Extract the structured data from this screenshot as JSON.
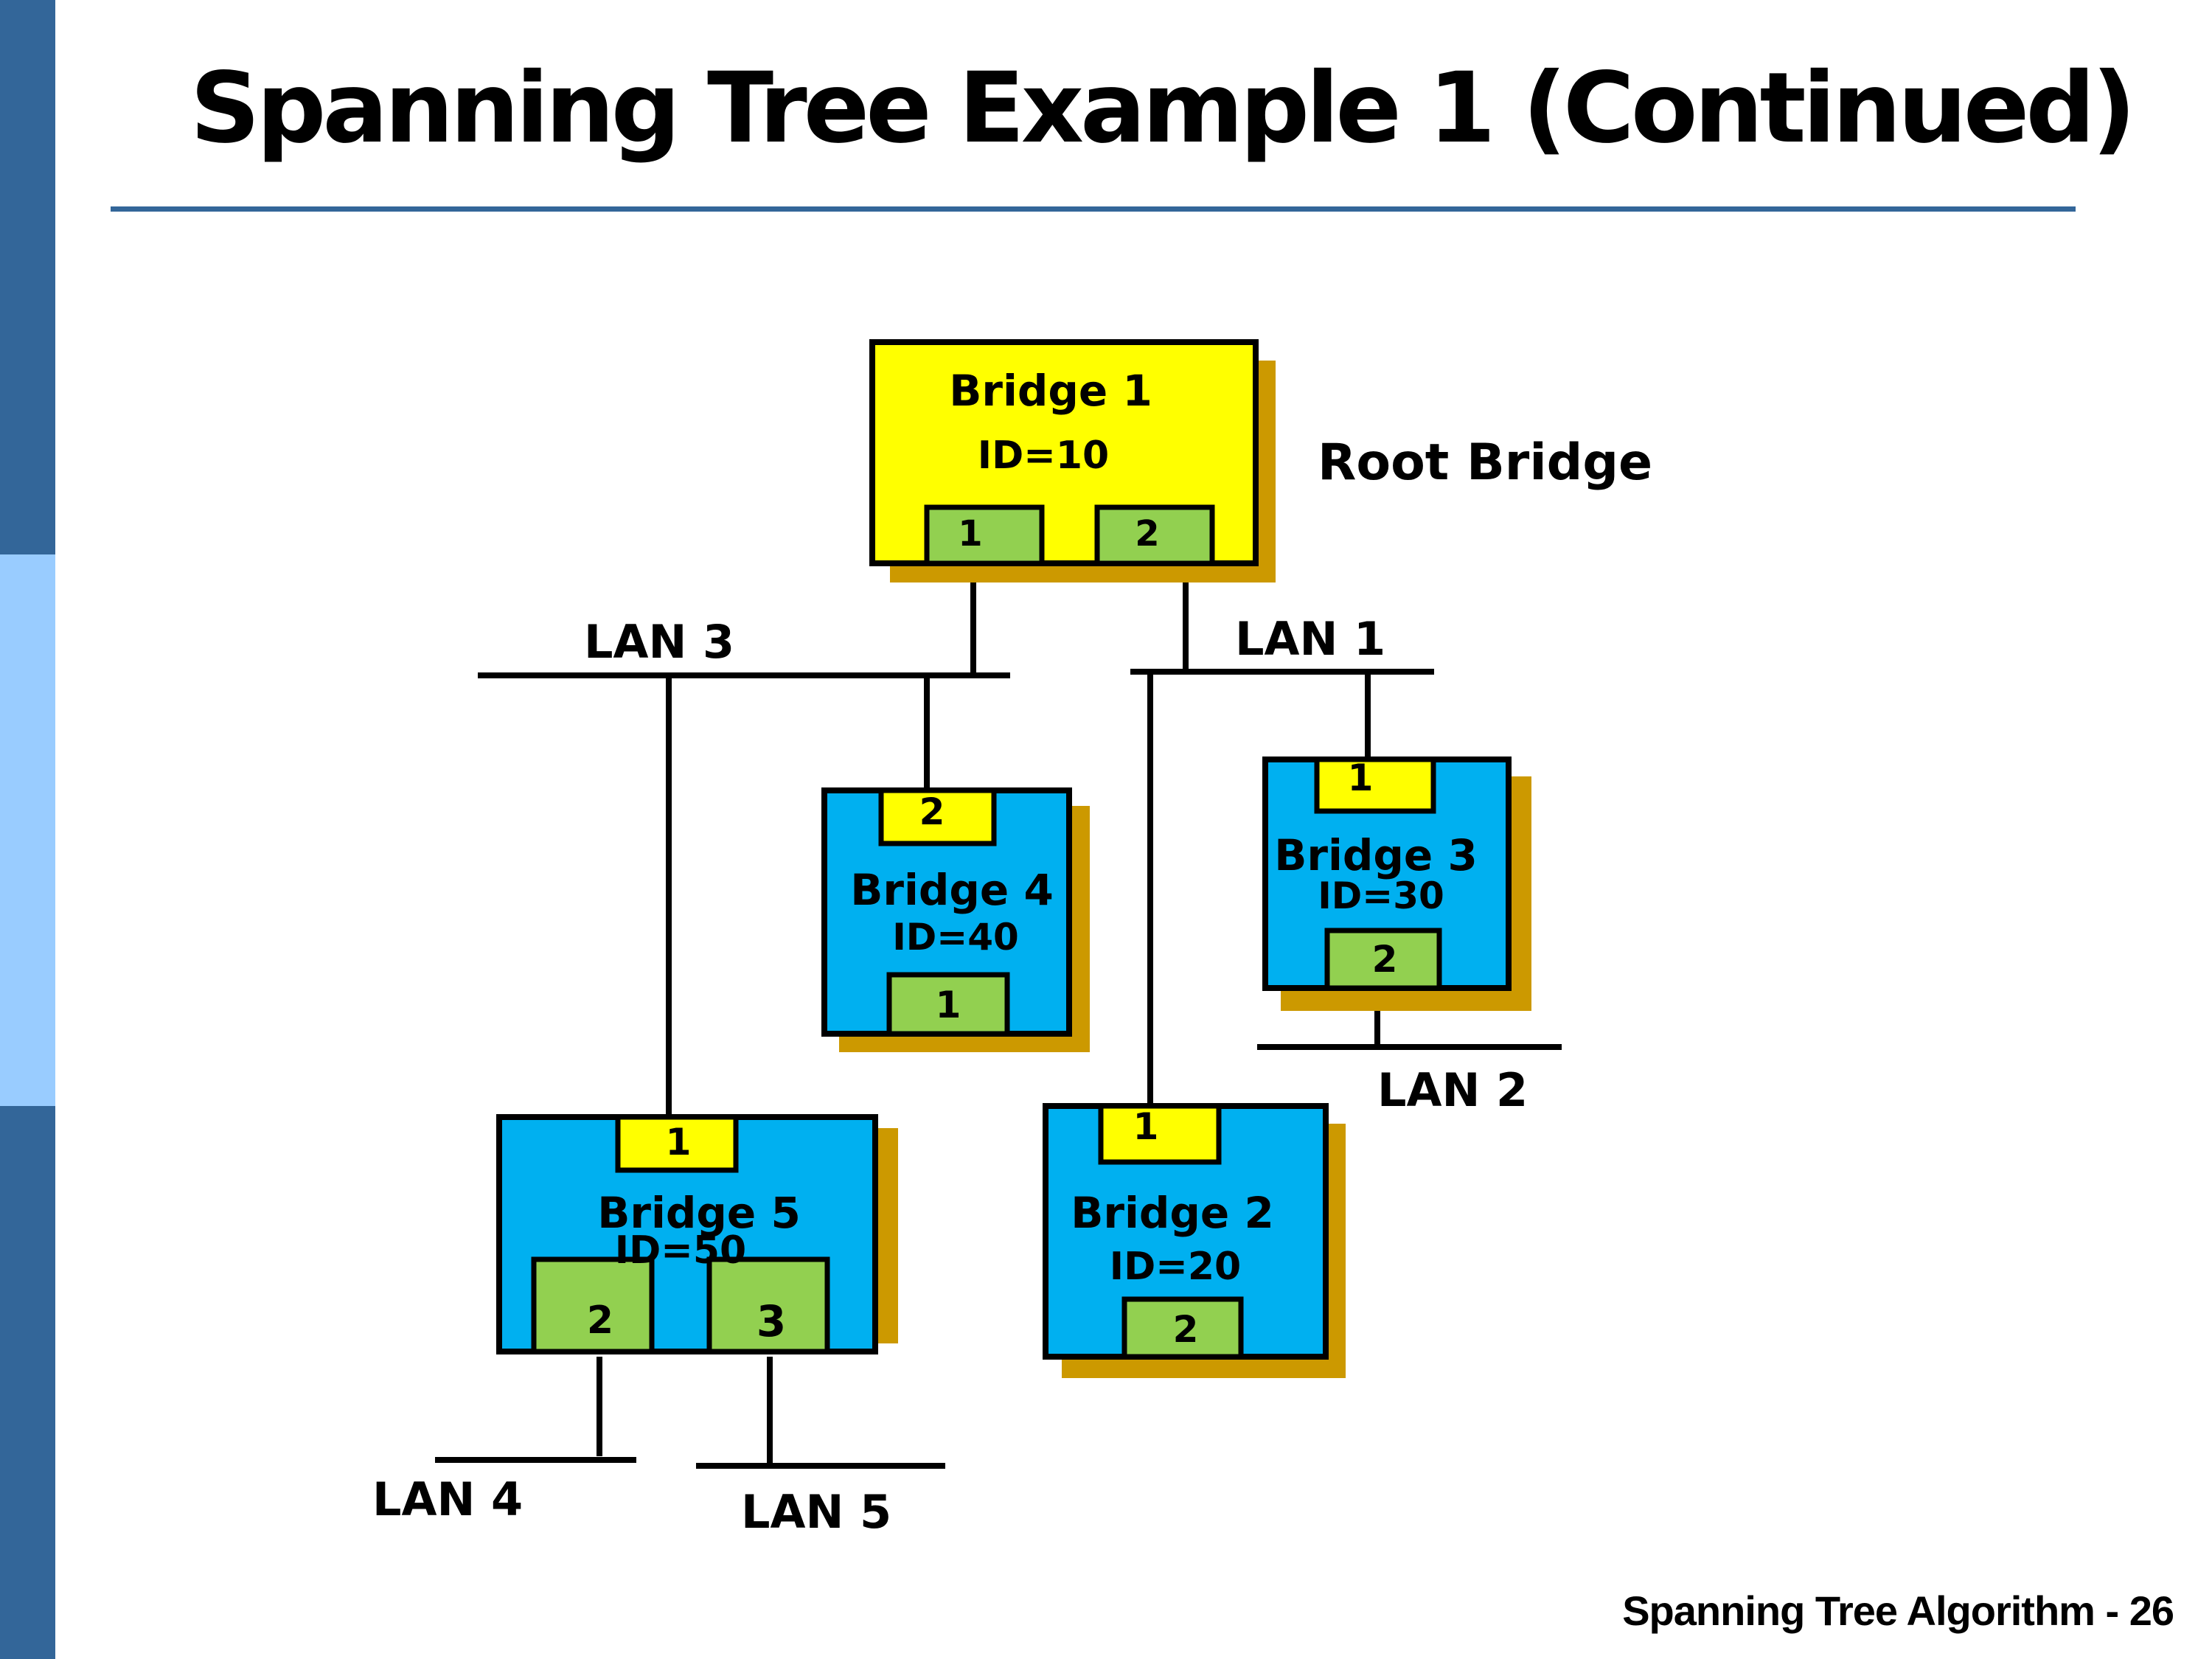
{
  "slide": {
    "title": "Spanning Tree Example 1 (Continued)",
    "footer": "Spanning Tree Algorithm - 26",
    "colors": {
      "sidebar_dark": "#336699",
      "sidebar_light": "#99ccff",
      "rule": "#336699",
      "root_bridge_fill": "#ffff00",
      "bridge_fill": "#00b0f0",
      "root_port_fill": "#ffff00",
      "designated_port_fill": "#92d050",
      "shadow": "#cc9900"
    }
  },
  "diagram": {
    "root_label": "Root Bridge",
    "bridges": [
      {
        "name": "Bridge 1",
        "id": "ID=10",
        "ports": [
          {
            "num": "1",
            "role": "designated"
          },
          {
            "num": "2",
            "role": "designated"
          }
        ],
        "is_root": true
      },
      {
        "name": "Bridge 2",
        "id": "ID=20",
        "ports": [
          {
            "num": "1",
            "role": "root"
          },
          {
            "num": "2",
            "role": "designated"
          }
        ],
        "is_root": false
      },
      {
        "name": "Bridge 3",
        "id": "ID=30",
        "ports": [
          {
            "num": "1",
            "role": "root"
          },
          {
            "num": "2",
            "role": "designated"
          }
        ],
        "is_root": false
      },
      {
        "name": "Bridge 4",
        "id": "ID=40",
        "ports": [
          {
            "num": "2",
            "role": "root"
          },
          {
            "num": "1",
            "role": "designated"
          }
        ],
        "is_root": false
      },
      {
        "name": "Bridge 5",
        "id": "ID=50",
        "ports": [
          {
            "num": "1",
            "role": "root"
          },
          {
            "num": "2",
            "role": "designated"
          },
          {
            "num": "3",
            "role": "designated"
          }
        ],
        "is_root": false
      }
    ],
    "lans": [
      {
        "name": "LAN 1"
      },
      {
        "name": "LAN 2"
      },
      {
        "name": "LAN 3"
      },
      {
        "name": "LAN 4"
      },
      {
        "name": "LAN 5"
      }
    ]
  }
}
